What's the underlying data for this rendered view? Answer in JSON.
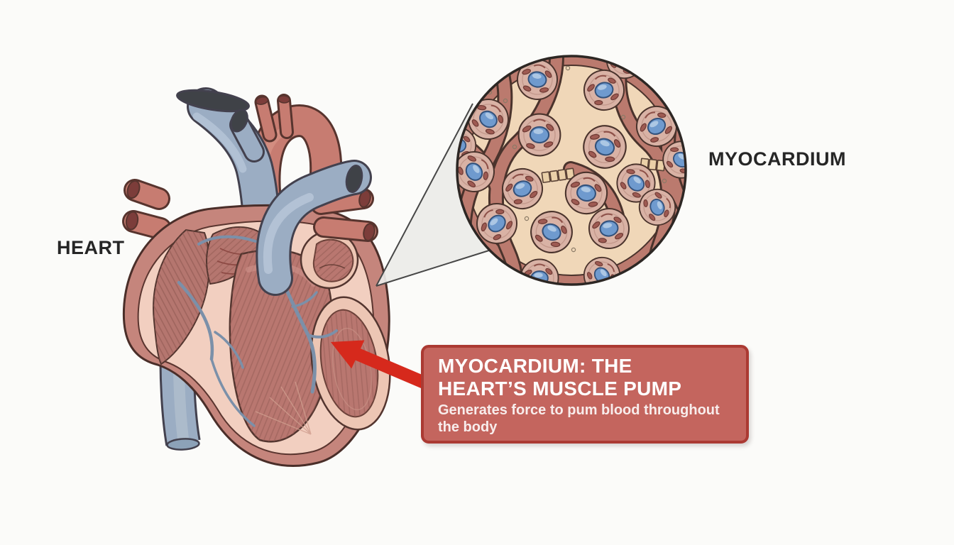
{
  "page": {
    "background": "#fbfbf9"
  },
  "labels": {
    "heart": "HEART",
    "myocardium": "MYOCARDIUM"
  },
  "callout": {
    "title": "MYOCARDIUM: THE\nHEART’S MUSCLE PUMP",
    "subtitle": "Generates force to pum blood throughout\nthe body",
    "background": "#c4655e",
    "border_color": "#ab3a33",
    "text_color": "#ffffff"
  },
  "colors": {
    "arrow_red": "#d6291c",
    "vessel_blue": "#9badc3",
    "vessel_blue_outline": "#43414e",
    "vessel_red": "#c77c71",
    "vessel_red_outline": "#57342e",
    "heart_wall": "#c5857c",
    "heart_outline": "#4a2e29",
    "inner_wall_pink": "#f2cfc0",
    "chamber_muscle": "#b5766f",
    "coronary_vessel": "#7b90a9",
    "cone_gray": "#ebebe8",
    "inset_background": "#f0d7b8",
    "inset_matrix": "#bb7a6e",
    "cell_body": "#d9b2a5",
    "nucleus_blue": "#6f9ace",
    "label_color": "#262626"
  }
}
